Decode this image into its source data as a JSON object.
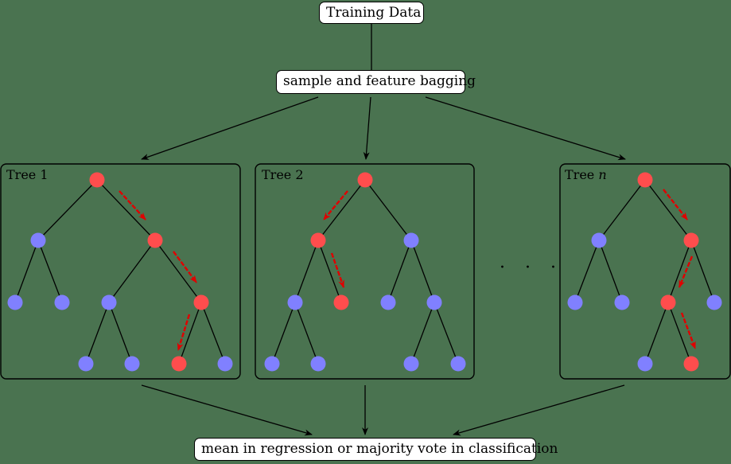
{
  "diagram": {
    "root_label": "Training Data",
    "bagging_label": "sample and feature bagging",
    "aggregate_label": "mean in regression or majority vote in classification",
    "ellipsis": "· · ·",
    "trees": [
      {
        "title": "Tree 1",
        "title_suffix": ""
      },
      {
        "title": "Tree 2",
        "title_suffix": ""
      },
      {
        "title": "Tree ",
        "title_suffix": "n"
      }
    ],
    "colors": {
      "background": "#4a7350",
      "active_node": "#ff4d4d",
      "inactive_node": "#8080ff",
      "path_arrow": "#e00000",
      "edge": "#000000",
      "box_fill": "#ffffff"
    }
  }
}
